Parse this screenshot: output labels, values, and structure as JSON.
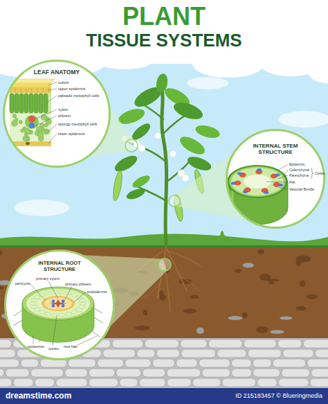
{
  "diagram": {
    "title": "PLANT TISSUE SYSTEMS",
    "nodes": [
      {
        "text": [
          "LEAF ANATOMY"
        ]
      },
      {
        "text": [
          "INTERNAL STEM STRUCTURE"
        ]
      },
      {
        "text": [
          "INTERNAL ROOT STRUCTURE"
        ]
      }
    ],
    "labels": [
      "cuticle",
      "upper epidermis",
      "palisade mesophyll cells",
      "xylem",
      "phloem",
      "spongy mesophyll cells",
      "lower epidermis",
      "Epidermis",
      "Collenchyma",
      "Parenchyma",
      "Cortex",
      "Pith",
      "Vascular Bundle",
      "pericycle",
      "primary xylem",
      "primary phloem",
      "endodermis",
      "epidermis",
      "cortex",
      "root hair",
      "dreamstime.com",
      "ID 215183457 © Blueringmedia"
    ]
  }
}
